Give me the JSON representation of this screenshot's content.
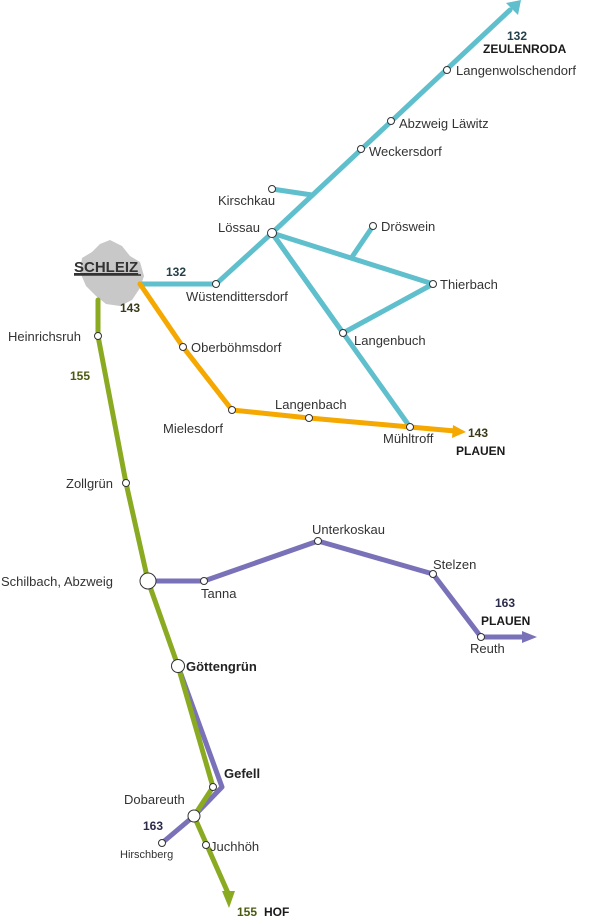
{
  "colors": {
    "route_132": "#5fbfcc",
    "route_143": "#f5a800",
    "route_155": "#8aaa22",
    "route_163": "#7a72b8",
    "city_shape": "#c8c8c8",
    "label_132": "#24404a",
    "label_143": "#3a3a1a",
    "label_155": "#4a5a10",
    "label_163": "#2a2a4a"
  },
  "city": {
    "name": "SCHLEIZ"
  },
  "routes": {
    "r132": {
      "number_a": "132",
      "number_b": "132",
      "destination": "ZEULENRODA"
    },
    "r143": {
      "number_a": "143",
      "number_b": "143",
      "destination": "PLAUEN"
    },
    "r155": {
      "number_a": "155",
      "number_b": "155",
      "destination": "HOF"
    },
    "r163": {
      "number_a": "163",
      "number_b": "163",
      "destination": "PLAUEN"
    }
  },
  "stops": {
    "langenwolschendorf": "Langenwolschendorf",
    "abzweig_laewitz": "Abzweig Läwitz",
    "weckersdorf": "Weckersdorf",
    "kirschkau": "Kirschkau",
    "loessau": "Lössau",
    "droeswein": "Dröswein",
    "thierbach": "Thierbach",
    "wuestendittersdorf": "Wüstendittersdorf",
    "langenbuch": "Langenbuch",
    "oberboehmsdorf": "Oberböhmsdorf",
    "heinrichsruh": "Heinrichsruh",
    "mielesdorf": "Mielesdorf",
    "langenbach": "Langenbach",
    "muehltroff": "Mühltroff",
    "zollgruen": "Zollgrün",
    "unterkoskau": "Unterkoskau",
    "stelzen": "Stelzen",
    "schilbach": "Schilbach, Abzweig",
    "tanna": "Tanna",
    "reuth": "Reuth",
    "goettengruen": "Göttengrün",
    "gefell": "Gefell",
    "dobareuth": "Dobareuth",
    "hirschberg": "Hirschberg",
    "juchhoeh": "Juchhöh"
  }
}
